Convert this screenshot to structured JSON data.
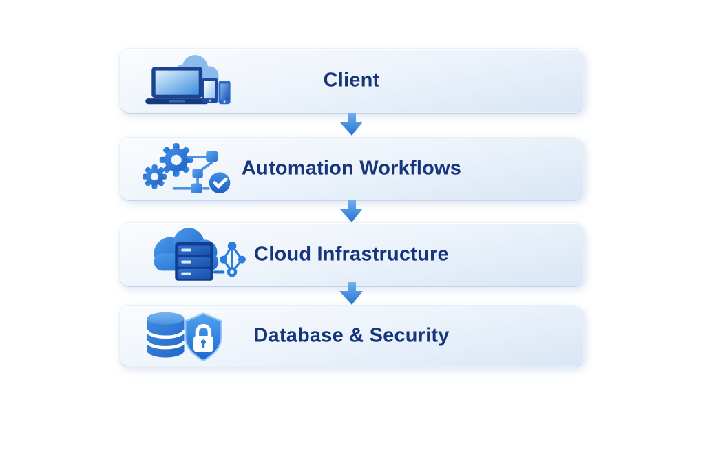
{
  "diagram": {
    "type": "flowchart",
    "direction": "top-down",
    "background_color": "#ffffff",
    "node_fill_top": "#fafcfe",
    "node_fill_bottom": "#d9e6f5",
    "label_color": "#17357d",
    "arrow_color": "#2f7cd6",
    "arrow_icon": "arrow-down-icon",
    "nodes": [
      {
        "label": "Client",
        "icon": "client-devices-icon"
      },
      {
        "label": "Automation Workflows",
        "icon": "automation-gears-icon"
      },
      {
        "label": "Cloud Infrastructure",
        "icon": "cloud-server-network-icon"
      },
      {
        "label": "Database & Security",
        "icon": "database-shield-icon"
      }
    ],
    "edges": [
      {
        "from": "Client",
        "to": "Automation Workflows"
      },
      {
        "from": "Automation Workflows",
        "to": "Cloud Infrastructure"
      },
      {
        "from": "Cloud Infrastructure",
        "to": "Database & Security"
      }
    ]
  }
}
